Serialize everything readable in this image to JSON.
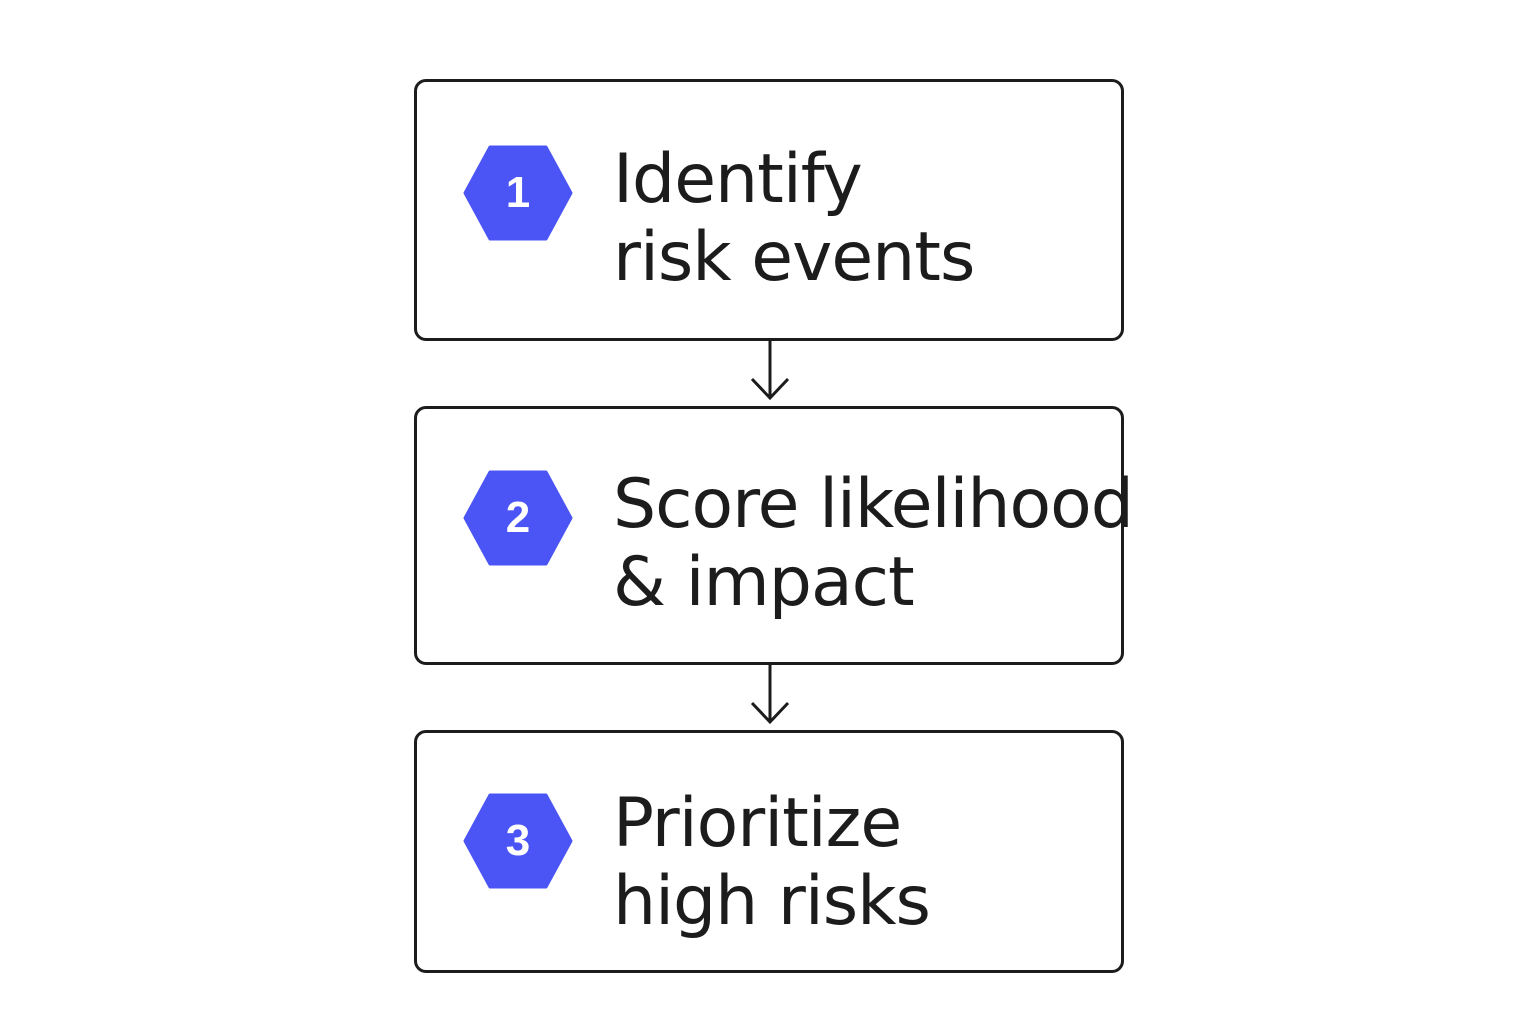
{
  "colors": {
    "accent": "#4b55f5",
    "border": "#1c1c1c",
    "text": "#1c1c1c",
    "background": "#ffffff"
  },
  "steps": [
    {
      "number": "1",
      "line1": "Identify",
      "line2": "risk events",
      "icon": "hexagon-number-badge"
    },
    {
      "number": "2",
      "line1": "Score likelihood",
      "line2": "& impact",
      "icon": "hexagon-number-badge"
    },
    {
      "number": "3",
      "line1": "Prioritize",
      "line2": "high risks",
      "icon": "hexagon-number-badge"
    }
  ],
  "connectors": [
    {
      "icon": "arrow-down-icon"
    },
    {
      "icon": "arrow-down-icon"
    }
  ]
}
